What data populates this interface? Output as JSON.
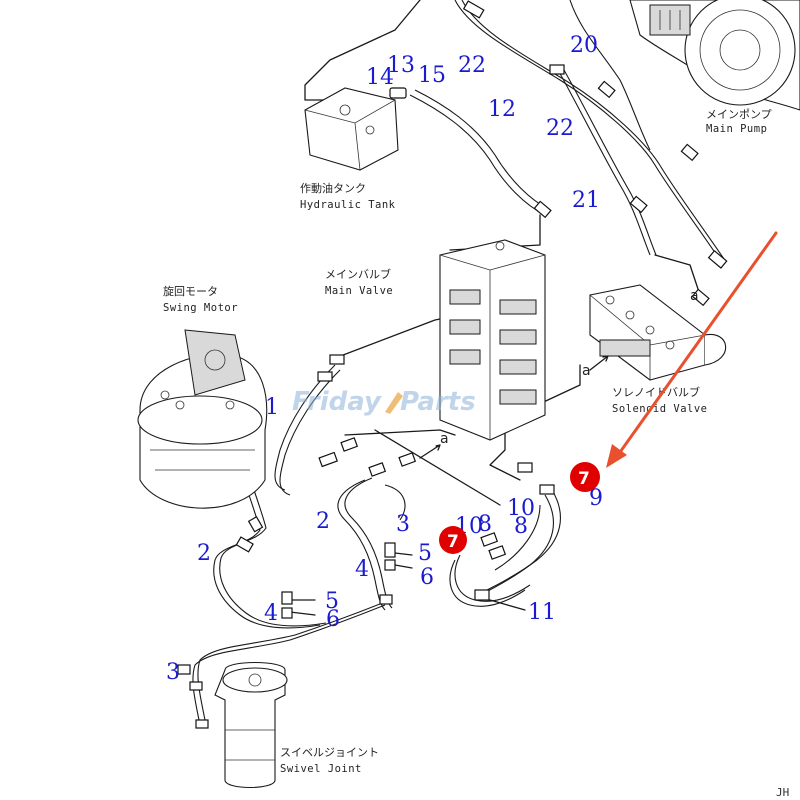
{
  "components": {
    "hydraulic_tank": {
      "jp": "作動油タンク",
      "en": "Hydraulic Tank"
    },
    "main_pump": {
      "jp": "メインポンプ",
      "en": "Main Pump"
    },
    "main_valve": {
      "jp": "メインバルブ",
      "en": "Main Valve"
    },
    "swing_motor": {
      "jp": "旋回モータ",
      "en": "Swing Motor"
    },
    "solenoid_valve": {
      "jp": "ソレノイドバルブ",
      "en": "Solenoid Valve"
    },
    "swivel_joint": {
      "jp": "スイベルジョイント",
      "en": "Swivel Joint"
    }
  },
  "callouts": [
    "22",
    "22",
    "20",
    "13",
    "14",
    "15",
    "12",
    "21",
    "1",
    "2",
    "2",
    "3",
    "3",
    "4",
    "4",
    "5",
    "5",
    "6",
    "6",
    "10",
    "8",
    "8",
    "10",
    "9",
    "11"
  ],
  "reference_marks": [
    "a",
    "a",
    "a"
  ],
  "markers": [
    {
      "label": "7",
      "color": "#e00000"
    },
    {
      "label": "7",
      "color": "#e00000"
    }
  ],
  "watermark": {
    "part1": "Friday",
    "part2": "Parts"
  },
  "corner_code": "JH",
  "colors": {
    "callout": "#1a1ad0",
    "marker": "#e00000",
    "arrow": "#e8502e"
  }
}
